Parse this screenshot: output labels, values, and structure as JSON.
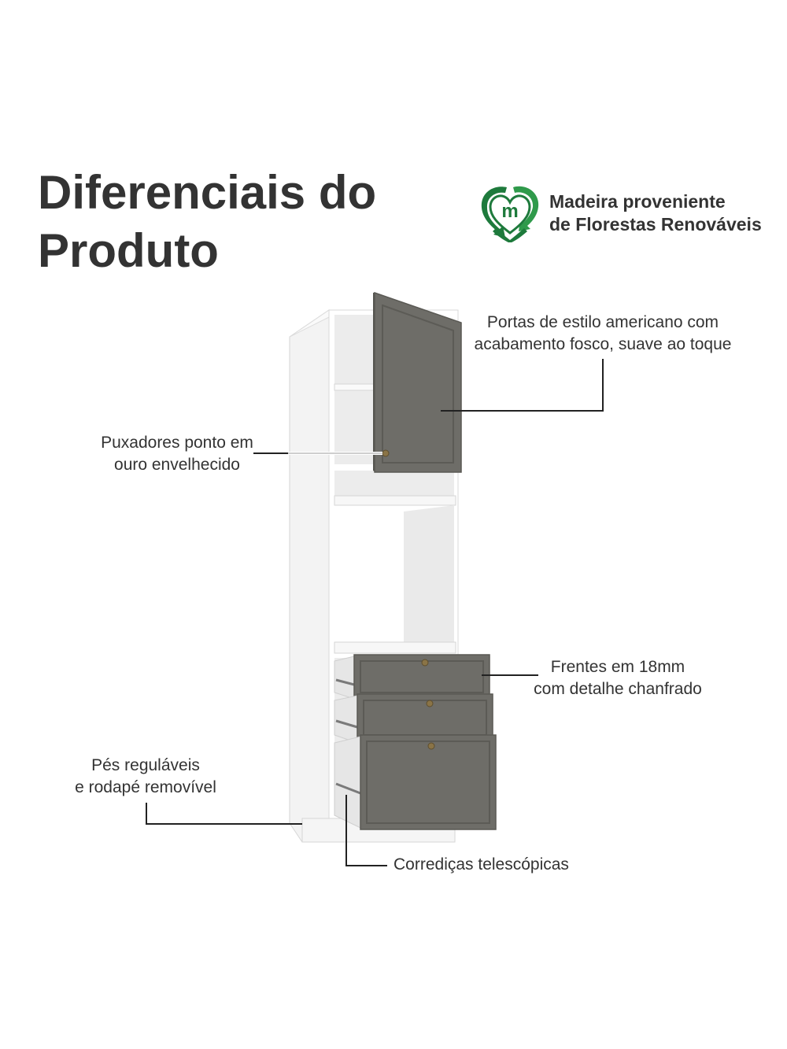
{
  "title": {
    "line1": "Diferenciais do",
    "line2": "Produto"
  },
  "badge": {
    "icon": "recycle-heart-m-icon",
    "icon_letter": "m",
    "line1": "Madeira proveniente",
    "line2": "de Florestas Renováveis",
    "color": "#1e7a3c"
  },
  "callouts": {
    "portas": {
      "line1": "Portas de estilo americano com",
      "line2": "acabamento fosco, suave ao toque"
    },
    "puxadores": {
      "line1": "Puxadores ponto em",
      "line2": "ouro envelhecido"
    },
    "frentes": {
      "line1": "Frentes em 18mm",
      "line2": "com detalhe chanfrado"
    },
    "pes": {
      "line1": "Pés reguláveis",
      "line2": "e rodapé removível"
    },
    "corredicas": {
      "line1": "Corrediças telescópicas"
    }
  },
  "colors": {
    "front": "#6e6d68",
    "cabinet": "#ffffff",
    "handle": "#8a7447",
    "text": "#333333"
  }
}
